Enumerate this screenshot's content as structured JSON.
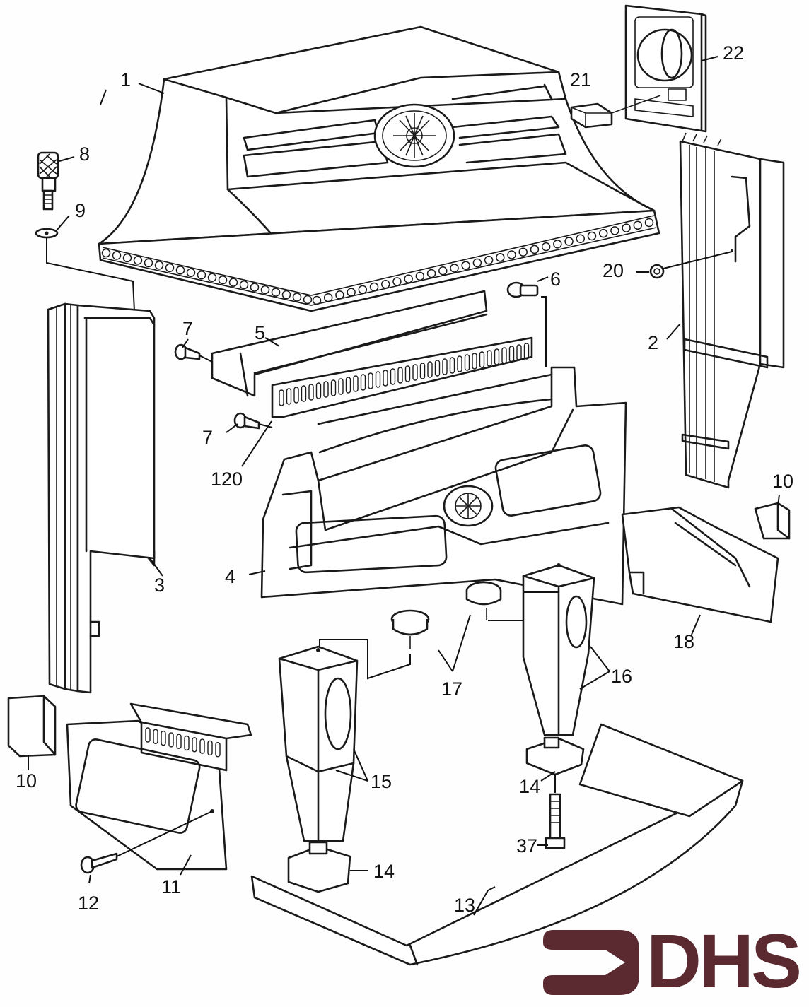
{
  "diagram": {
    "type": "exploded-parts-diagram",
    "subject": "stove assembly",
    "callouts": [
      {
        "id": "1",
        "part": "hood / top canopy"
      },
      {
        "id": "2",
        "part": "right side panel"
      },
      {
        "id": "3",
        "part": "left side panel"
      },
      {
        "id": "4",
        "part": "front fascia"
      },
      {
        "id": "5",
        "part": "baffle plate"
      },
      {
        "id": "6",
        "part": "screw (top right)"
      },
      {
        "id": "7",
        "part": "screw"
      },
      {
        "id": "7b",
        "part": "screw"
      },
      {
        "id": "8",
        "part": "knurled thumb screw"
      },
      {
        "id": "9",
        "part": "washer"
      },
      {
        "id": "10",
        "part": "clip (right)"
      },
      {
        "id": "10b",
        "part": "clip (left)"
      },
      {
        "id": "11",
        "part": "side ash panel"
      },
      {
        "id": "12",
        "part": "screw"
      },
      {
        "id": "13",
        "part": "ash pan / base tray"
      },
      {
        "id": "14",
        "part": "foot (right)"
      },
      {
        "id": "14b",
        "part": "foot (left)"
      },
      {
        "id": "15",
        "part": "left leg"
      },
      {
        "id": "16",
        "part": "right leg"
      },
      {
        "id": "17",
        "part": "knob caps"
      },
      {
        "id": "18",
        "part": "rear bracket"
      },
      {
        "id": "20",
        "part": "grommet"
      },
      {
        "id": "21",
        "part": "switch"
      },
      {
        "id": "22",
        "part": "control plate"
      },
      {
        "id": "37",
        "part": "bolt"
      },
      {
        "id": "120",
        "part": "grille"
      }
    ]
  },
  "labels": {
    "l1": "1",
    "l2": "2",
    "l3": "3",
    "l4": "4",
    "l5": "5",
    "l6": "6",
    "l7a": "7",
    "l7b": "7",
    "l8": "8",
    "l9": "9",
    "l10a": "10",
    "l10b": "10",
    "l11": "11",
    "l12": "12",
    "l13": "13",
    "l14a": "14",
    "l14b": "14",
    "l15": "15",
    "l16": "16",
    "l17": "17",
    "l18": "18",
    "l20": "20",
    "l21": "21",
    "l22": "22",
    "l37": "37",
    "l120": "120"
  },
  "logo": {
    "text": "DHS",
    "color": "#5a2a30",
    "icon": "arrow-right-bracket-icon"
  }
}
